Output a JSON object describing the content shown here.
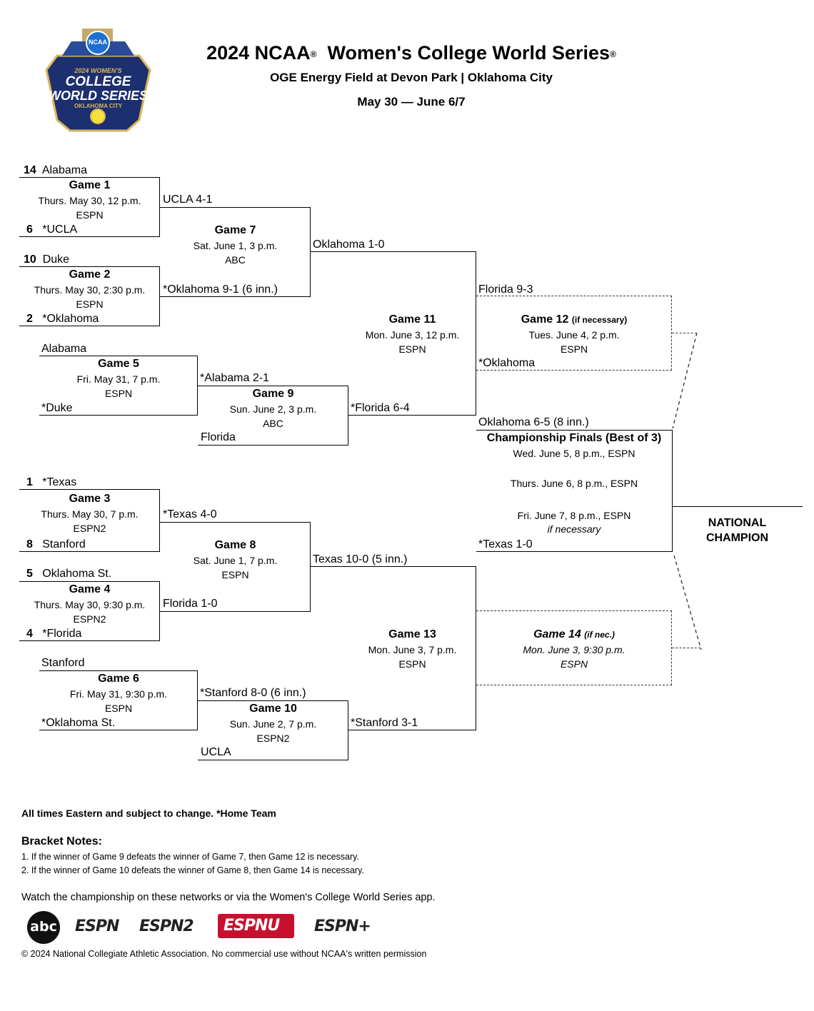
{
  "header": {
    "title_main": "2024 NCAA",
    "title_tail": "  Women's College World Series",
    "reg": "®",
    "venue": "OGE Energy Field at Devon Park | Oklahoma City",
    "dates": "May 30 — June 6/7"
  },
  "logo": {
    "ncaa": "NCAA",
    "line1": "2024 WOMEN'S",
    "line2": "COLLEGE",
    "line3": "WORLD SERIES",
    "line4": "OKLAHOMA CITY"
  },
  "teams": {
    "g1_top": {
      "seed": "14",
      "name": "Alabama"
    },
    "g1_bot": {
      "seed": "6",
      "name": "*UCLA"
    },
    "g2_top": {
      "seed": "10",
      "name": "Duke"
    },
    "g2_bot": {
      "seed": "2",
      "name": "*Oklahoma"
    },
    "g3_top": {
      "seed": "1",
      "name": "*Texas"
    },
    "g3_bot": {
      "seed": "8",
      "name": "Stanford"
    },
    "g4_top": {
      "seed": "5",
      "name": "Oklahoma St."
    },
    "g4_bot": {
      "seed": "4",
      "name": "*Florida"
    }
  },
  "games": {
    "g1": {
      "name": "Game 1",
      "time": "Thurs. May 30, 12 p.m.",
      "tv": "ESPN"
    },
    "g2": {
      "name": "Game 2",
      "time": "Thurs. May 30, 2:30 p.m.",
      "tv": "ESPN"
    },
    "g3": {
      "name": "Game 3",
      "time": "Thurs. May 30, 7 p.m.",
      "tv": "ESPN2"
    },
    "g4": {
      "name": "Game 4",
      "time": "Thurs. May 30, 9:30 p.m.",
      "tv": "ESPN2"
    },
    "g5": {
      "name": "Game 5",
      "time": "Fri. May 31, 7 p.m.",
      "tv": "ESPN",
      "top": "Alabama",
      "bot": "*Duke"
    },
    "g6": {
      "name": "Game 6",
      "time": "Fri. May 31, 9:30 p.m.",
      "tv": "ESPN",
      "top": "Stanford",
      "bot": "*Oklahoma St."
    },
    "g7": {
      "name": "Game 7",
      "time": "Sat. June 1, 3 p.m.",
      "tv": "ABC"
    },
    "g8": {
      "name": "Game 8",
      "time": "Sat. June 1, 7 p.m.",
      "tv": "ESPN"
    },
    "g9": {
      "name": "Game 9",
      "time": "Sun. June 2, 3 p.m.",
      "tv": "ABC",
      "bot": "Florida"
    },
    "g10": {
      "name": "Game 10",
      "time": "Sun. June 2, 7 p.m.",
      "tv": "ESPN2",
      "bot": "UCLA"
    },
    "g11": {
      "name": "Game 11",
      "time": "Mon. June 3, 12 p.m.",
      "tv": "ESPN"
    },
    "g12": {
      "name": "Game 12",
      "note": "(if necessary)",
      "time": "Tues. June 4, 2 p.m.",
      "tv": "ESPN"
    },
    "g13": {
      "name": "Game 13",
      "time": "Mon. June 3, 7 p.m.",
      "tv": "ESPN"
    },
    "g14": {
      "name": "Game 14",
      "note": "(if nec.)",
      "time": "Mon. June 3, 9:30 p.m.",
      "tv": "ESPN"
    }
  },
  "results": {
    "g1": "UCLA  4-1",
    "g2": "*Oklahoma  9-1 (6 inn.)",
    "g3": "*Texas  4-0",
    "g4": "Florida  1-0",
    "g5": "*Alabama  2-1",
    "g6": "*Stanford  8-0 (6 inn.)",
    "g7": "Oklahoma  1-0",
    "g8": "Texas  10-0 (5 inn.)",
    "g9": "*Florida  6-4",
    "g10": "*Stanford  3-1",
    "g11": "Florida  9-3",
    "g11b": "*Oklahoma",
    "g13": "*Texas  1-0",
    "final_top": "Oklahoma  6-5 (8 inn.)"
  },
  "finals": {
    "title": "Championship Finals (Best of 3)",
    "game1": "Wed. June 5, 8 p.m., ESPN",
    "game2": "Thurs. June 6, 8 p.m., ESPN",
    "game3": "Fri. June 7, 8 p.m., ESPN",
    "game3_note": "if necessary",
    "champion_line1": "NATIONAL",
    "champion_line2": "CHAMPION"
  },
  "footer": {
    "times_note": "All times Eastern and subject to change. *Home Team",
    "notes_title": "Bracket Notes:",
    "note1": "1. If the winner of Game 9 defeats the winner of Game 7, then Game 12 is necessary.",
    "note2": "2. If the winner of Game 10 defeats the winner of Game 8, then Game 14 is necessary.",
    "watch": "Watch the championship on these networks or via the Women's College World Series app.",
    "networks": [
      "abc",
      "ESPN",
      "ESPN2",
      "ESPNU",
      "ESPN+"
    ],
    "copyright": "© 2024 National Collegiate Athletic Association. No commercial use without NCAA's written permission"
  },
  "colors": {
    "logo_navy": "#1c2f6e",
    "logo_gold": "#d9b45a",
    "espnu_red": "#c8102e",
    "espn_plus_gold": "#f2b705"
  }
}
